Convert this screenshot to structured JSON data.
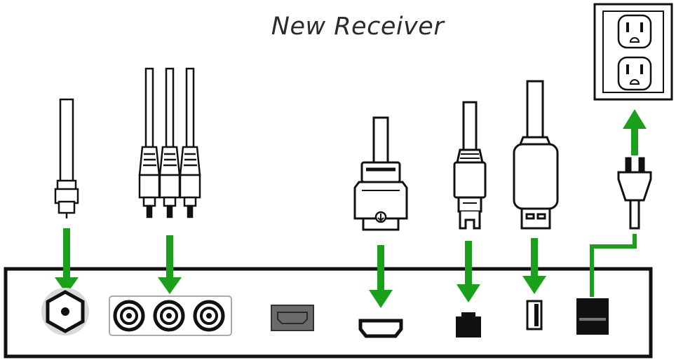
{
  "diagram": {
    "title": "New Receiver",
    "colors": {
      "arrow": "#1aa01a",
      "outline": "#111111",
      "receiver_fill": "#ffffff",
      "port_gray": "#d9d9d9",
      "dark_port": "#111111",
      "hdmi_gray": "#6b6b6b"
    },
    "cables": [
      {
        "id": "coax",
        "icon": "coax-cable-icon",
        "target_port": "coax-port"
      },
      {
        "id": "composite",
        "icon": "rca-composite-cable-icon",
        "target_port": "rca-ports"
      },
      {
        "id": "hdmi",
        "icon": "hdmi-cable-icon",
        "target_port": "hdmi-port"
      },
      {
        "id": "ethernet",
        "icon": "ethernet-cable-icon",
        "target_port": "ethernet-port"
      },
      {
        "id": "usb",
        "icon": "usb-cable-icon",
        "target_port": "usb-port"
      },
      {
        "id": "power",
        "icon": "power-plug-icon",
        "target_port": "power-port"
      }
    ],
    "ports": [
      "coax-port",
      "rca-ports",
      "hdmi-out-gray",
      "hdmi-port",
      "ethernet-port",
      "usb-port",
      "power-port"
    ],
    "outlet": {
      "icon": "wall-outlet-icon",
      "sockets": 2
    }
  }
}
